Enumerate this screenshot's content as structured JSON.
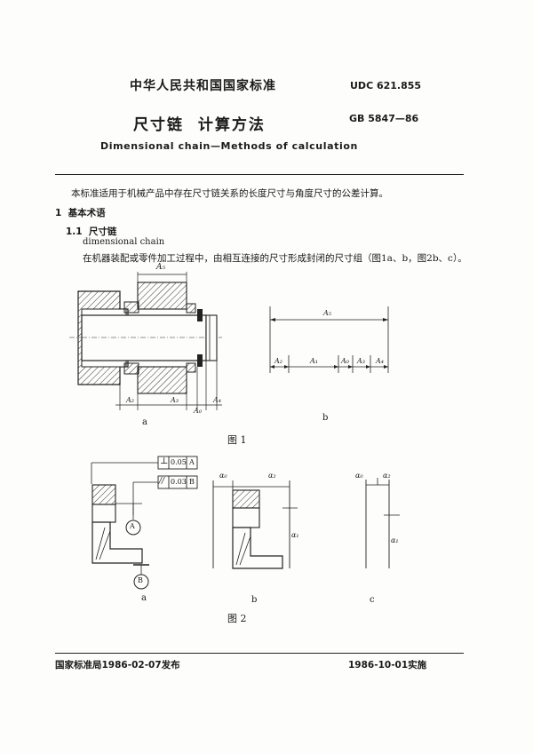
{
  "header": {
    "country_standard": "中华人民共和国国家标准",
    "udc": "UDC 621.855",
    "title_cn": "尺寸链  计算方法",
    "gb": "GB 5847—86",
    "title_en": "Dimensional chain—Methods of calculation"
  },
  "body": {
    "scope": "本标准适用于机械产品中存在尺寸链关系的长度尺寸与角度尺寸的公差计算。",
    "section_1": "1  基本术语",
    "section_1_1": "1.1  尺寸链",
    "term_en": "dimensional chain",
    "definition": "在机器装配或零件加工过程中，由相互连接的尺寸形成封闭的尺寸组（图1a、b，图2b、c）。"
  },
  "figure1": {
    "caption": "图 1",
    "label_a": "a",
    "label_b": "b",
    "dims": {
      "A0": "A₀",
      "A1": "A₁",
      "A2": "A₂",
      "A3": "A₃",
      "A4": "A₄",
      "A5": "A₅"
    }
  },
  "figure2": {
    "caption": "图 2",
    "label_a": "a",
    "label_b": "b",
    "label_c": "c",
    "tol1_symbol": "⊥",
    "tol1_value": "0.05",
    "tol1_datum": "A",
    "tol2_symbol": "//",
    "tol2_value": "0.03",
    "tol2_datum": "B",
    "datum_a": "A",
    "datum_b": "B",
    "dims": {
      "a0": "α₀",
      "a1": "α₁",
      "a2": "α₂"
    }
  },
  "footer": {
    "issued": "国家标准局1986-02-07发布",
    "effective": "1986-10-01实施"
  }
}
